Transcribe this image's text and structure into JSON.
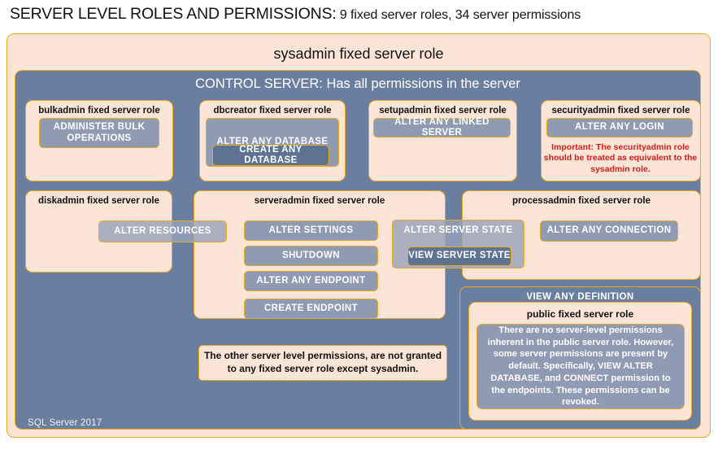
{
  "title": {
    "strong": "SERVER LEVEL ROLES AND PERMISSIONS:",
    "rest": " 9 fixed server roles, 34 server permissions"
  },
  "colors": {
    "peach_fill": "#FBE5D6",
    "gold_border": "#ECA820",
    "steel_fill": "#6A7FA0",
    "chip_fill": "#8E9BB3",
    "chip_dark_fill": "#5E7391",
    "warning_red": "#D41C1C",
    "page_background": "#FFFFFF"
  },
  "sysadmin": {
    "label": "sysadmin fixed server role"
  },
  "control_server": {
    "label": "CONTROL SERVER: Has all permissions in the server"
  },
  "roles": {
    "bulkadmin": {
      "label": "bulkadmin fixed server role",
      "permissions": [
        "ADMINISTER  BULK OPERATIONS"
      ]
    },
    "dbcreator": {
      "label": "dbcreator fixed server role",
      "permissions": [
        "ALTER ANY DATABASE",
        "CREATE ANY DATABASE"
      ]
    },
    "setupadmin": {
      "label": "setupadmin fixed server role",
      "permissions": [
        "ALTER ANY LINKED SERVER"
      ]
    },
    "securityadmin": {
      "label": "securityadmin fixed server role",
      "permissions": [
        "ALTER ANY LOGIN"
      ],
      "warning": "Important:  The securityadmin role should  be treated as equivalent to the sysadmin role."
    },
    "diskadmin": {
      "label": "diskadmin fixed server role",
      "permissions": [
        "ALTER RESOURCES"
      ]
    },
    "serveradmin": {
      "label": "serveradmin fixed server role",
      "permissions": [
        "ALTER SETTINGS",
        "SHUTDOWN",
        "ALTER ANY ENDPOINT",
        "CREATE  ENDPOINT"
      ]
    },
    "processadmin": {
      "label": "processadmin fixed server role",
      "permissions": [
        "ALTER ANY CONNECTION"
      ]
    },
    "shared_state": {
      "outer_permission": "ALTER SERVER STATE",
      "inner_permission": "VIEW SERVER STATE"
    },
    "public": {
      "view_any_definition": "VIEW ANY DEFINITION",
      "label": "public  fixed server role",
      "description": "There are no server-level permissions inherent in the public server role. However, some server permissions are present by default. Specifically, VIEW ALTER DATABASE, and CONNECT permission to the endpoints. These permissions can be revoked."
    }
  },
  "other_permissions_note": "The other server level permissions,  are not granted to any fixed server role except sysadmin.",
  "footer": {
    "product": "SQL Server 2017"
  }
}
